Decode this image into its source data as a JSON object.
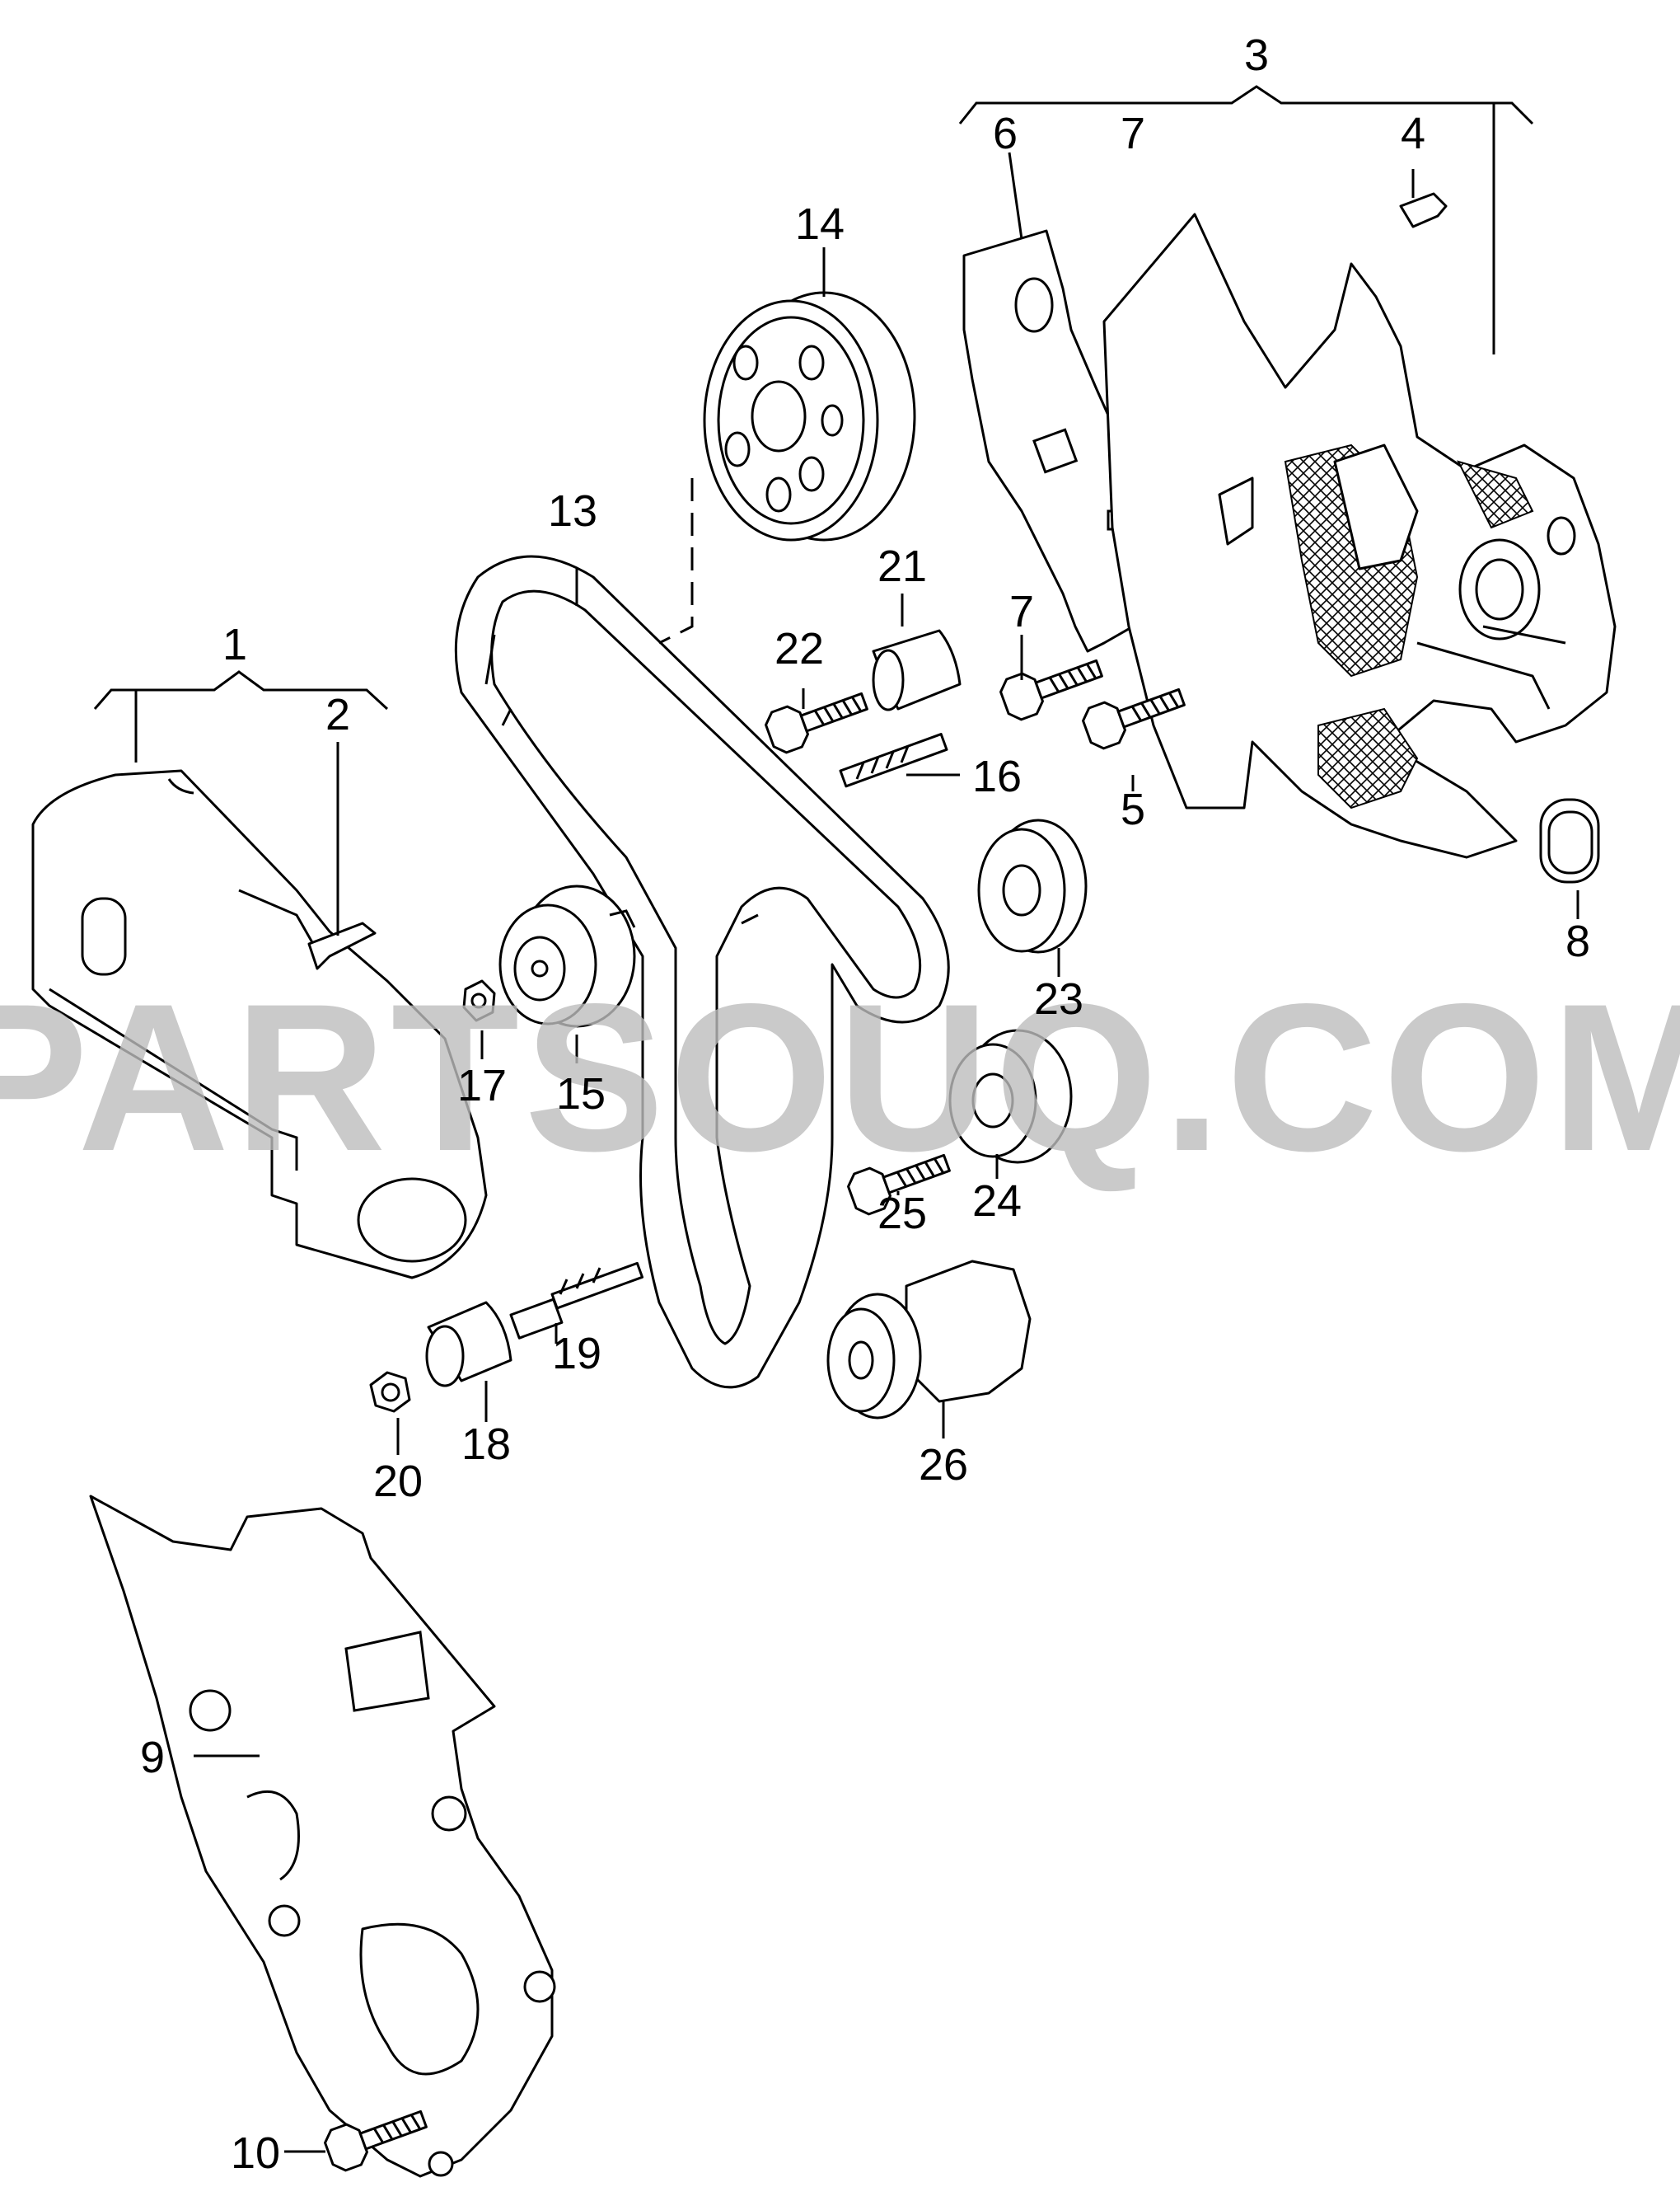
{
  "watermark": "PARTSOUQ.COM",
  "colors": {
    "line": "#000000",
    "background": "#ffffff",
    "watermark": "#bdbdbd"
  },
  "callouts": [
    {
      "id": "1",
      "label": "1"
    },
    {
      "id": "2",
      "label": "2"
    },
    {
      "id": "3",
      "label": "3"
    },
    {
      "id": "4",
      "label": "4"
    },
    {
      "id": "5",
      "label": "5"
    },
    {
      "id": "6",
      "label": "6"
    },
    {
      "id": "7a",
      "label": "7"
    },
    {
      "id": "7b",
      "label": "7"
    },
    {
      "id": "8",
      "label": "8"
    },
    {
      "id": "9",
      "label": "9"
    },
    {
      "id": "10",
      "label": "10"
    },
    {
      "id": "13",
      "label": "13"
    },
    {
      "id": "14",
      "label": "14"
    },
    {
      "id": "15",
      "label": "15"
    },
    {
      "id": "16",
      "label": "16"
    },
    {
      "id": "17",
      "label": "17"
    },
    {
      "id": "18",
      "label": "18"
    },
    {
      "id": "19",
      "label": "19"
    },
    {
      "id": "20",
      "label": "20"
    },
    {
      "id": "21",
      "label": "21"
    },
    {
      "id": "22",
      "label": "22"
    },
    {
      "id": "23",
      "label": "23"
    },
    {
      "id": "24",
      "label": "24"
    },
    {
      "id": "25",
      "label": "25"
    },
    {
      "id": "26",
      "label": "26"
    }
  ]
}
